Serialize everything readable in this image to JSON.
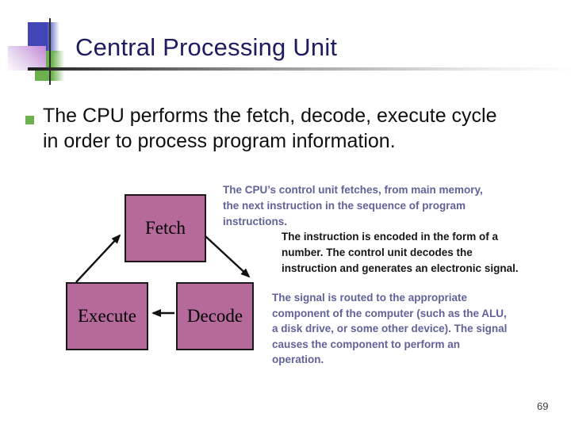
{
  "slide": {
    "title": "Central Processing Unit",
    "page_number": "69",
    "colors": {
      "title_text": "#1c1c5e",
      "body_text": "#101010",
      "box_fill": "#b66a9c",
      "box_border": "#1a1a1a",
      "annotation_purple": "#62629b",
      "annotation_dark": "#161616",
      "bullet_green": "#6cb14d",
      "decor_blue": "#4146b4",
      "decor_purple": "#c791d9",
      "decor_green": "#6cb14d"
    }
  },
  "bullet": {
    "lines": [
      "The CPU performs the fetch, decode, execute cycle",
      "in order to process program information."
    ]
  },
  "diagram": {
    "boxes": [
      {
        "id": "fetch",
        "label": "Fetch"
      },
      {
        "id": "execute",
        "label": "Execute"
      },
      {
        "id": "decode",
        "label": "Decode"
      }
    ],
    "arrows": [
      {
        "from": "execute",
        "to": "fetch"
      },
      {
        "from": "fetch",
        "to": "decode"
      },
      {
        "from": "decode",
        "to": "execute"
      }
    ]
  },
  "annotations": {
    "fetch_note": {
      "lines": [
        "The CPU’s control unit fetches, from main memory,",
        "the next instruction in the sequence of program",
        "instructions."
      ]
    },
    "decode_note": {
      "lines": [
        "The instruction is encoded in the form of a",
        "number. The control unit decodes the",
        "instruction and generates an electronic signal."
      ]
    },
    "execute_note": {
      "lines": [
        "The signal is routed to the appropriate",
        "component of the computer (such as the ALU,",
        "a disk drive, or some other device). The signal",
        "causes the component to perform an",
        "operation."
      ]
    }
  }
}
